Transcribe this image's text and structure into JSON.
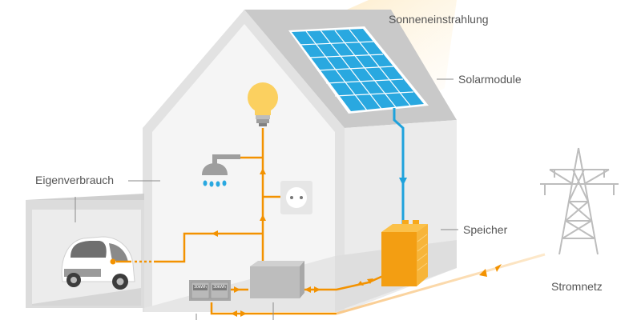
{
  "labels": {
    "sun": "Sonneneinstrahlung",
    "modules": "Solarmodule",
    "own_use": "Eigenverbrauch",
    "storage": "Speicher",
    "grid": "Stromnetz"
  },
  "meters": [
    "30kWh",
    "30kWh"
  ],
  "colors": {
    "house_wall": "#dcdcdc",
    "house_interior": "#f4f4f4",
    "roof": "#c8c8c8",
    "panel": "#29a8e0",
    "power_line": "#f39200",
    "dc_line": "#1ea2dc",
    "battery": "#f7a81b",
    "bulb": "#fbd060",
    "shower_water": "#29a8e0"
  },
  "icons": [
    "sun-rays",
    "light-bulb-icon",
    "shower-icon",
    "socket-icon",
    "electric-car-icon",
    "pylon-icon",
    "battery-icon",
    "meter-icon",
    "inverter-icon"
  ]
}
